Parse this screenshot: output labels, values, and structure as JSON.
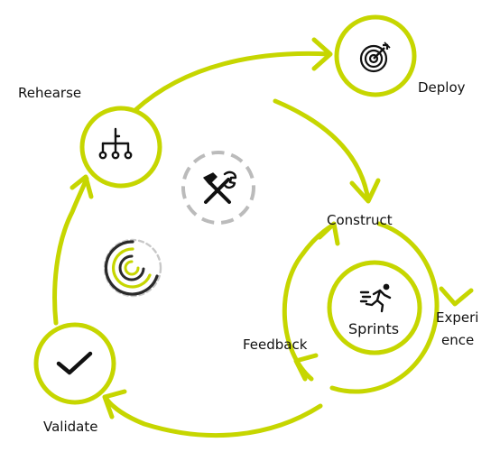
{
  "colors": {
    "accent": "#C6D600",
    "icon": "#111111",
    "dashed": "#BBBBBB",
    "background": "#FFFFFF"
  },
  "nodes": {
    "deploy": {
      "label": "Deploy",
      "icon": "target-icon"
    },
    "rehearse": {
      "label": "Rehearse",
      "icon": "hierarchy-icon"
    },
    "validate": {
      "label": "Validate",
      "icon": "checkmark-icon"
    },
    "sprints": {
      "label": "Sprints",
      "icon": "running-person-icon"
    }
  },
  "inner_cycle": {
    "construct_label": "Construct",
    "experience_label_line1": "Experi",
    "experience_label_line2": "ence",
    "feedback_label": "Feedback"
  },
  "decorations": {
    "tools": {
      "icon": "hammer-wrench-icon"
    },
    "spiral": {
      "icon": "spiral-logo-icon"
    }
  }
}
